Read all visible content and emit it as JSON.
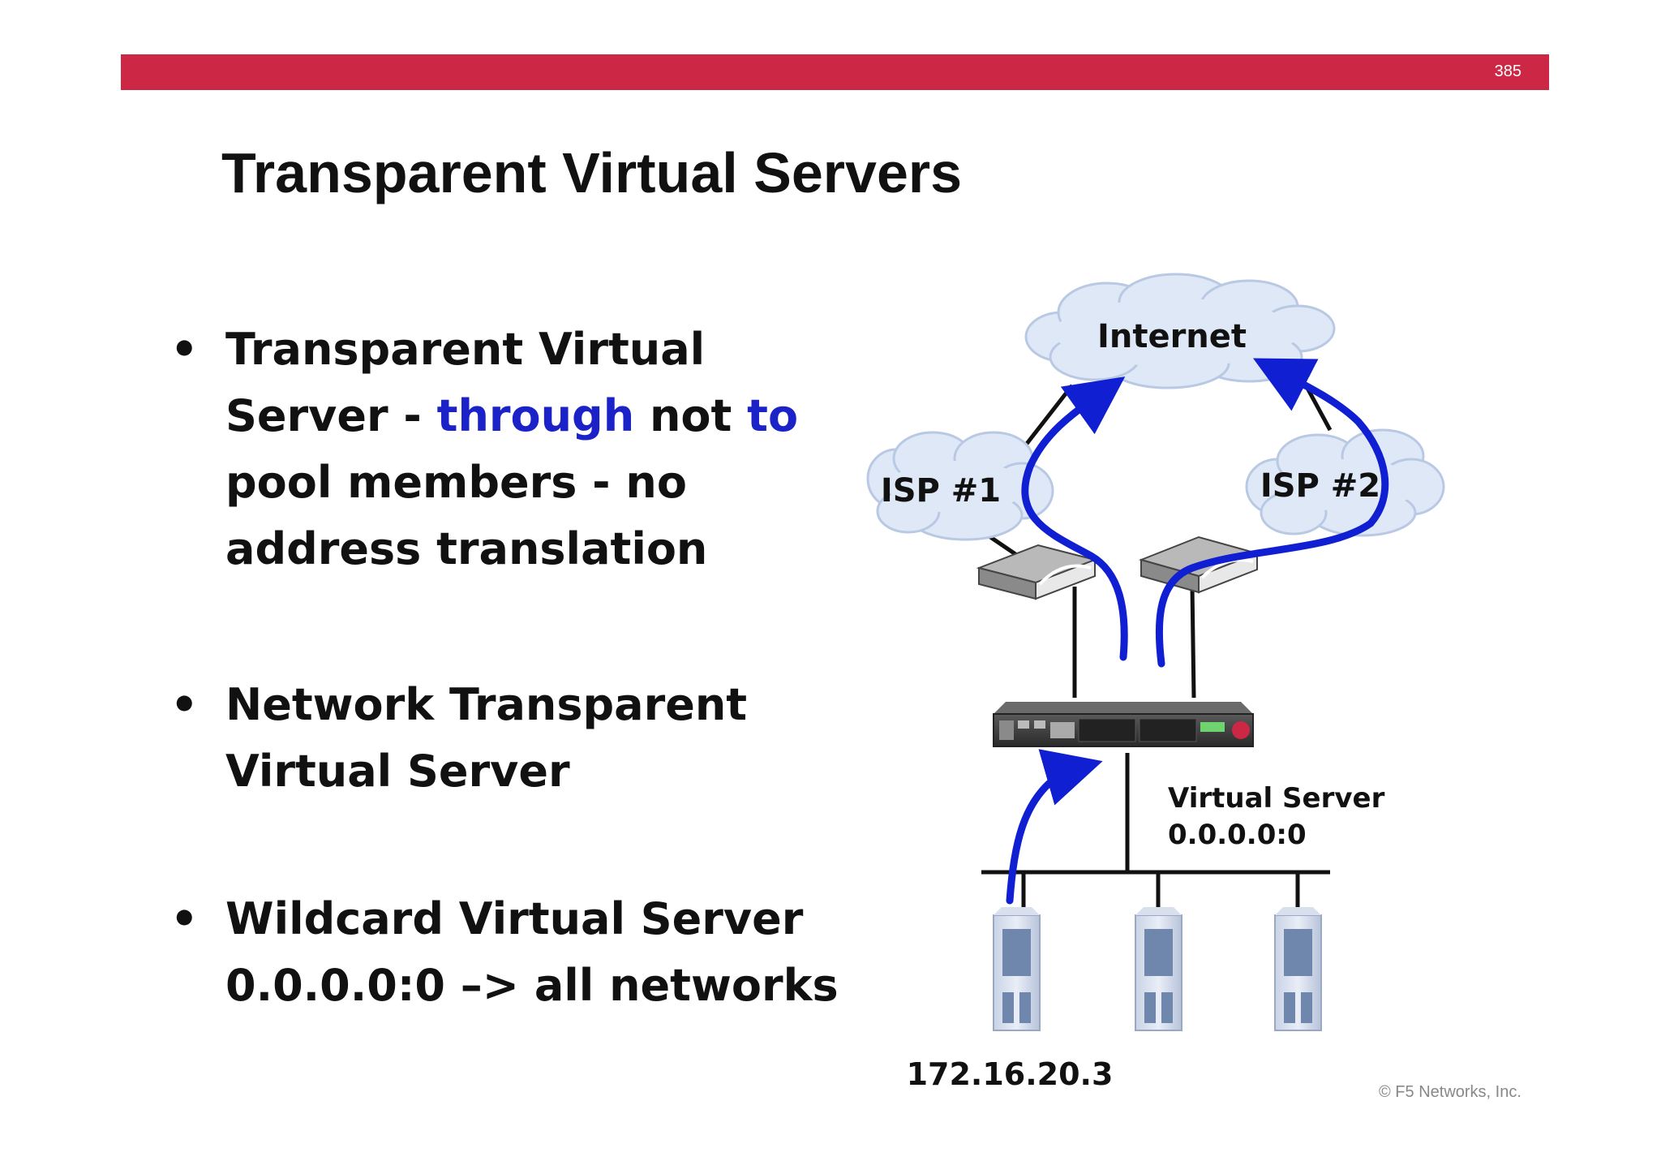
{
  "header": {
    "page_number": "385"
  },
  "title": "Transparent Virtual Servers",
  "bullets": [
    {
      "parts": [
        "Transparent Virtual Server - ",
        "through",
        " not ",
        "to",
        " pool members - no address translation"
      ]
    },
    {
      "text": "Network Transparent Virtual Server"
    },
    {
      "text": "Wildcard Virtual Server 0.0.0.0:0 –> all networks"
    }
  ],
  "diagram": {
    "internet_label": "Internet",
    "isp1_label": "ISP #1",
    "isp2_label": "ISP #2",
    "virtual_server_label": "Virtual Server",
    "virtual_server_address": "0.0.0.0:0",
    "client_ip": "172.16.20.3",
    "arrow_color": "#0f1fd1",
    "cloud_color": "#dfe8f6",
    "accent_color": "#cc2744",
    "icons": [
      "cloud-icon",
      "router-icon",
      "load-balancer-icon",
      "server-icon",
      "arrow-icon"
    ]
  },
  "footer": {
    "copyright": "© F5 Networks, Inc."
  }
}
